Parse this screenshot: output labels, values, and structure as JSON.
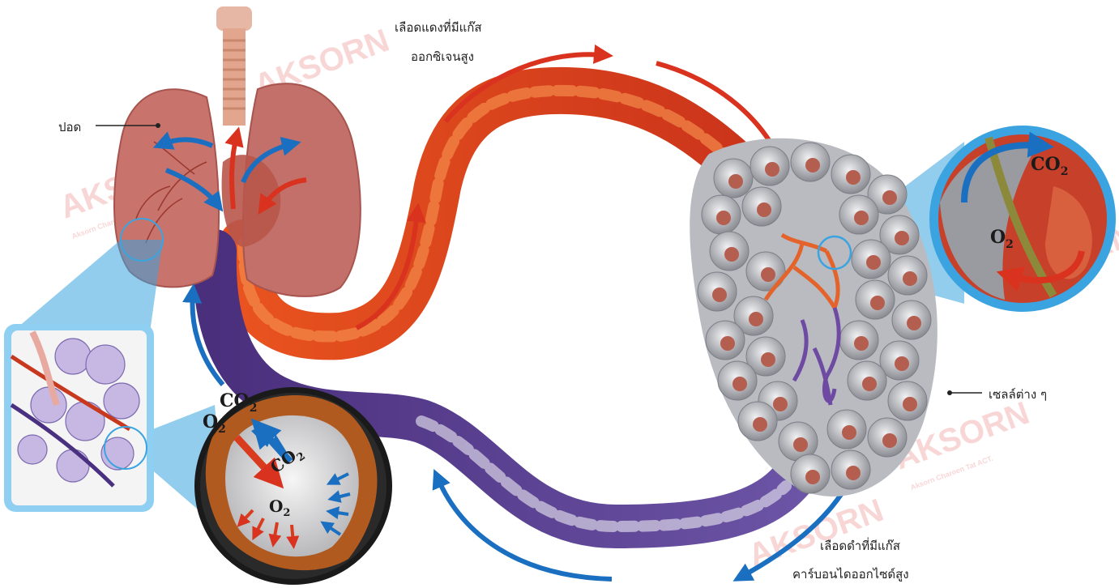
{
  "labels": {
    "oxygenated_blood_line1": "เลือดแดงที่มีแก๊ส",
    "oxygenated_blood_line2": "ออกซิเจนสูง",
    "lung": "ปอด",
    "cells": "เซลล์ต่าง ๆ",
    "deoxygenated_blood_line1": "เลือดดำที่มีแก๊ส",
    "deoxygenated_blood_line2": "คาร์บอนไดออกไซด์สูง"
  },
  "chemistry": {
    "co2": "CO",
    "o2": "O",
    "subscript": "2"
  },
  "watermark": {
    "brand": "AKSORN",
    "tagline": "Aksorn Charoen Tat ACT."
  },
  "colors": {
    "oxygenated": "#d9331f",
    "deoxygenated": "#5b3d91",
    "co2_arrow": "#1a6fc0",
    "o2_arrow": "#d93b1f",
    "zoom_blue": "#3ba4e0",
    "lung_pink": "#c8736c",
    "watermark": "#f2b5b5"
  }
}
